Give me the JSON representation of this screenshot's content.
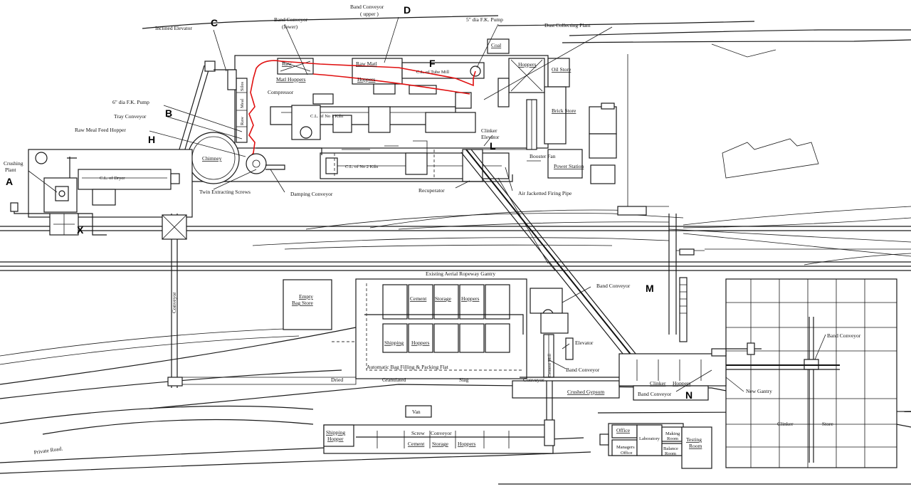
{
  "letters": {
    "a": "A",
    "b": "B",
    "c": "C",
    "d": "D",
    "f": "F",
    "h": "H",
    "l": "L",
    "m": "M",
    "n": "N",
    "x": "X"
  },
  "labels": {
    "inclined_elevator": "Inclined Elevator",
    "band_conveyor_lower_1": "Band Conveyor",
    "band_conveyor_lower_2": "(lower)",
    "band_conveyor_upper_1": "Band Conveyor",
    "band_conveyor_upper_2": "( upper )",
    "fk_pump_5": "5\" dia F.K. Pump",
    "dust_collecting_plant": "Dust Collecting Plant",
    "coal": "Coal",
    "raw": "Raw",
    "matl_hoppers": "Matl Hoppers",
    "raw_matl": "Raw Matl",
    "hoppers": "Hoppers",
    "cl_tube_mill": "C.L. of Tube Mill",
    "hoppers_top": "Hoppers",
    "oil_store": "Oil Store",
    "compressor": "Compressor",
    "cl_no1_kiln": "C.L. of No 1 Kiln",
    "brick_store": "Brick Store",
    "fk_pump_6": "6\" dia F.K. Pump",
    "tray_conveyor": "Tray Conveyor",
    "raw_meal_feed_hopper": "Raw Meal Feed Hopper",
    "clinker_elevator_1": "Clinker",
    "clinker_elevator_2": "Elevator",
    "booster_fan": "Booster Fan",
    "power_station": "Power Station",
    "crushing_plant_1": "Crushing",
    "crushing_plant_2": "Plant",
    "chimney": "Chimney",
    "cl_dryer": "C.L. of Dryer",
    "cl_no2_kiln": "C.L. of No 2 Kiln",
    "twin_extracting_screws": "Twin Extracting Screws",
    "damping_conveyor": "Damping Conveyor",
    "recuperator": "Recuperator",
    "air_jacketted_firing_pipe": "Air Jacketted Firing Pipe",
    "existing_aerial_ropeway_gantry": "Existing Aerial Ropeway Gantry",
    "band_conveyor_m": "Band Conveyor",
    "empty_bag_store_1": "Empty",
    "empty_bag_store_2": "Bag Store",
    "cement": "Cement",
    "storage": "Storage",
    "hoppers_mid": "Hoppers",
    "conveyor_vertical": "Conveyor",
    "shipping": "Shipping",
    "hoppers_ship": "Hoppers",
    "cement_mill": "Cement Mill",
    "elevator": "Elevator",
    "band_conveyor_mid": "Band Conveyor",
    "automatic_bag_filling": "Automatic Bag Filling & Packing Flat",
    "band_conveyor_right": "Band Conveyor",
    "dried": "Dried",
    "granulated": "Granulated",
    "slag": "Slag",
    "conveyor_slag": "Conveyor",
    "crushed_gypsum": "Crushed Gypsum",
    "clinker_hoppers_1": "Clinker",
    "clinker_hoppers_2": "Hoppers",
    "band_conveyor_n": "Band Conveyor",
    "new_gantry": "New Gantry",
    "van": "Van",
    "shipping_hopper_1": "Shipping",
    "shipping_hopper_2": "Hopper",
    "screw_conveyor_1": "Screw",
    "screw_conveyor_2": "Conveyor",
    "cement_bottom": "Cement",
    "storage_bottom": "Storage",
    "hoppers_bottom": "Hoppers",
    "office": "Office",
    "managers_office_1": "Managers",
    "managers_office_2": "Office",
    "laboratory": "Laboratory",
    "making_room_1": "Making",
    "making_room_2": "Room",
    "balance_room_1": "Balance",
    "balance_room_2": "Room",
    "testing_room_1": "Testing",
    "testing_room_2": "Room",
    "clinker_store_1": "Clinker",
    "clinker_store_2": "Store",
    "private_road": "Private Road.",
    "silo1": "Silos",
    "silo2": "Meal",
    "silo3": "Raw"
  },
  "colors": {
    "line": "#1a1a1a",
    "flow_path": "#e01010",
    "background": "#ffffff"
  }
}
